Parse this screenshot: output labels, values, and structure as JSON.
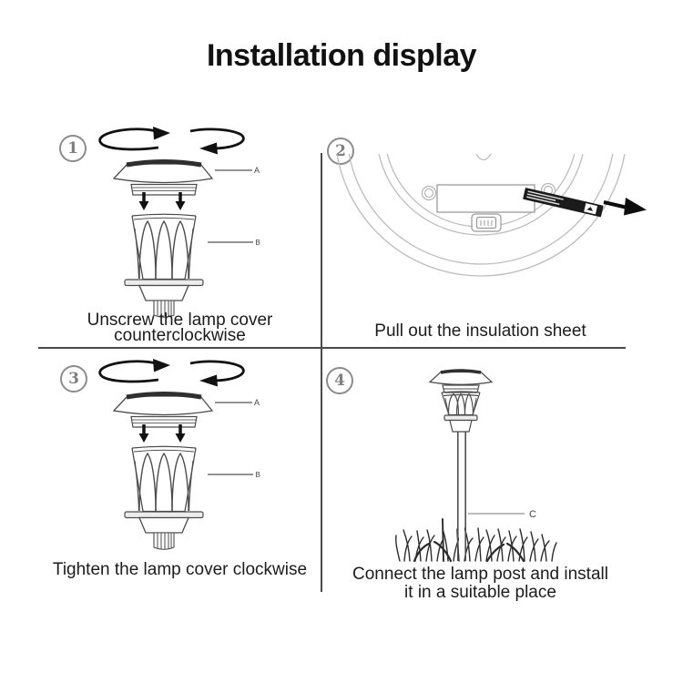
{
  "page": {
    "title": "Installation display"
  },
  "colors": {
    "badge_gray": "#8c8c8c",
    "line_art_dark": "#4b4b4b",
    "line_art_light": "#bdbdbd",
    "caption_text": "#1c1c1c",
    "insulation_sheet_black": "#1b1b1b",
    "divider_gray": "#4a4a4a",
    "arrow_black": "#111111"
  },
  "steps": [
    {
      "number": "1",
      "caption": [
        "Unscrew the lamp cover",
        "counterclockwise"
      ],
      "part_labels": {
        "cover": "A",
        "body": "B"
      }
    },
    {
      "number": "2",
      "caption": [
        "Pull out the insulation sheet"
      ],
      "part_labels": {}
    },
    {
      "number": "3",
      "caption": [
        "Tighten the lamp cover clockwise"
      ],
      "part_labels": {
        "cover": "A",
        "body": "B"
      }
    },
    {
      "number": "4",
      "caption": [
        "Connect the lamp post and install",
        "it in a suitable place"
      ],
      "part_labels": {
        "post": "C"
      }
    }
  ]
}
